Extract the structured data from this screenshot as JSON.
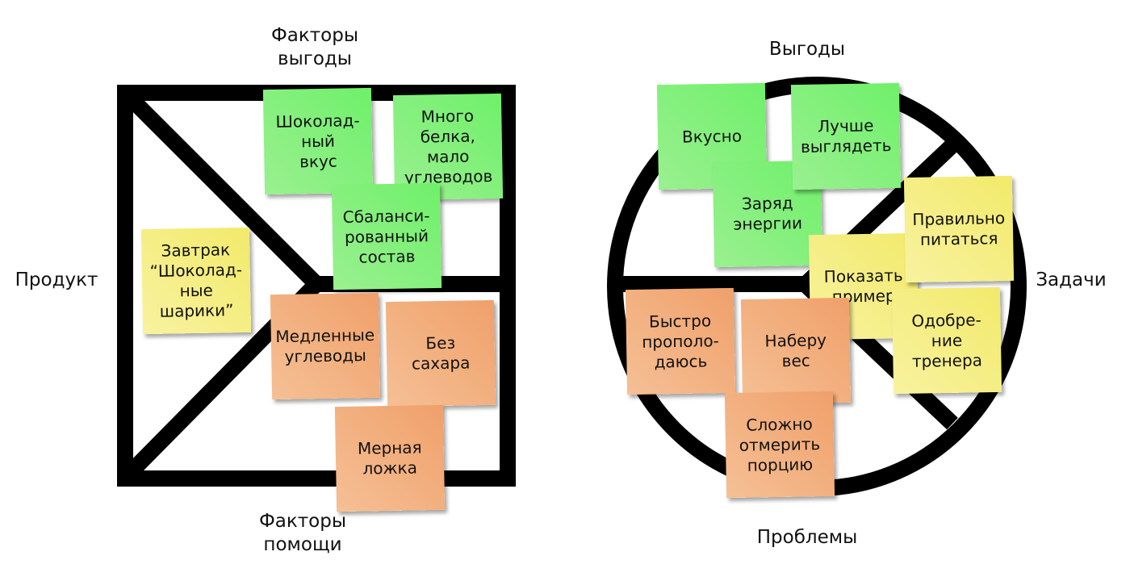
{
  "labels": {
    "gain_creators": "Факторы\nвыгоды",
    "product": "Продукт",
    "pain_relievers": "Факторы\nпомощи",
    "gains": "Выгоды",
    "jobs": "Задачи",
    "pains": "Проблемы"
  },
  "value_map": {
    "gain_creators": [
      "Шоколад-\nный\nвкус",
      "Много\nбелка,\nмало\nуглеводов",
      "Сбаланси-\nрованный\nсостав"
    ],
    "product": "Завтрак\n“Шоколад-\nные\nшарики”",
    "pain_relievers": [
      "Медленные\nуглеводы",
      "Без\nсахара",
      "Мерная\nложка"
    ]
  },
  "customer_profile": {
    "gains": [
      "Вкусно",
      "Лучше\nвыглядеть",
      "Заряд\nэнергии"
    ],
    "jobs": [
      "Правильно\nпитаться",
      "Показать\nпример",
      "Одобре-\nние\nтренера"
    ],
    "pains": [
      "Быстро\nпрополо-\nдаюсь",
      "Наберу\nвес",
      "Сложно\nотмерить\nпорцию"
    ]
  },
  "colors": {
    "gain": "#6ff06a",
    "job": "#f2ea6a",
    "pain": "#f0a06a",
    "frame": "#000000"
  }
}
